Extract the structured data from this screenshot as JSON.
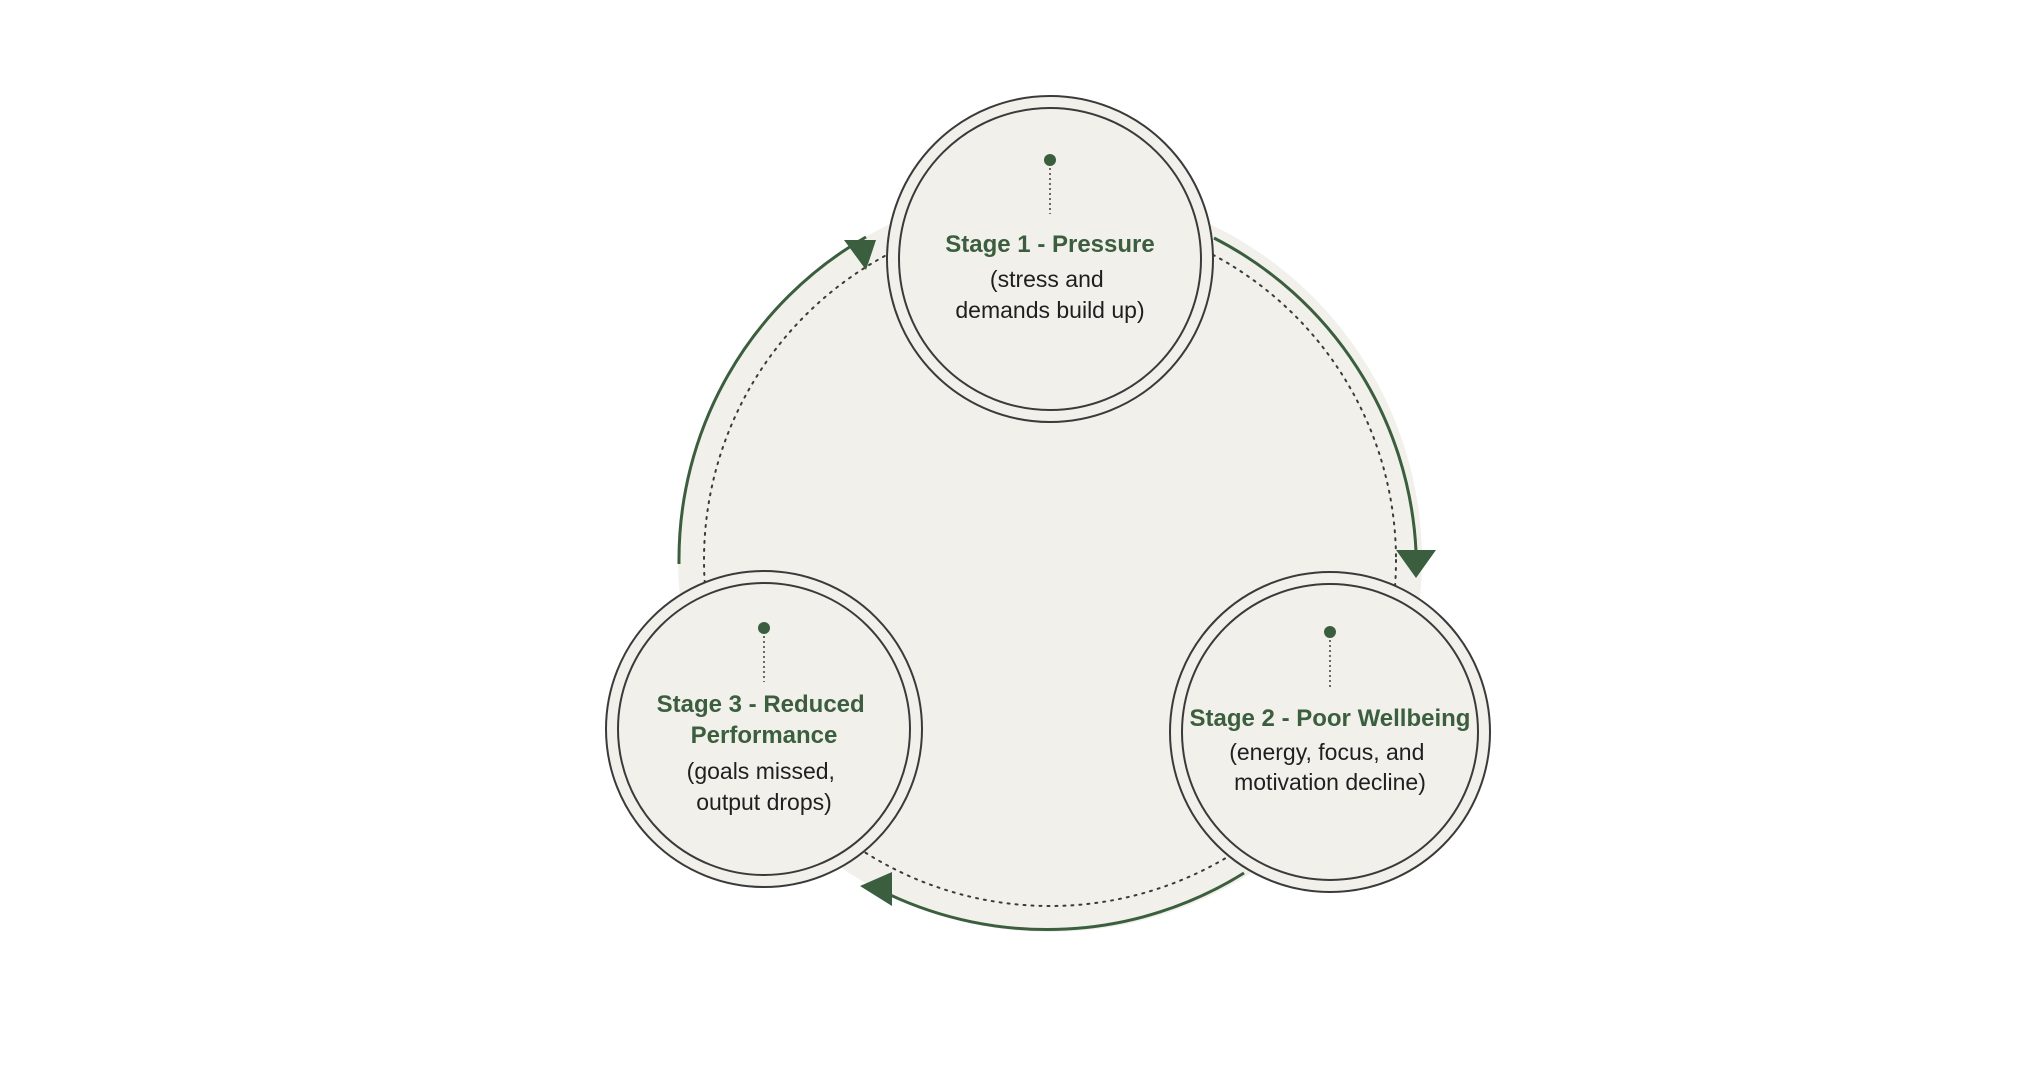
{
  "colors": {
    "accent": "#3b5e3e",
    "node_fill": "#f1f0eb",
    "outline": "#3a3a3a",
    "text": "#1f1f1f",
    "background": "#ffffff"
  },
  "stages": [
    {
      "title_lines": [
        "Stage 1 - Pressure"
      ],
      "desc_lines": [
        "(stress and",
        "demands build up)"
      ]
    },
    {
      "title_lines": [
        "Stage 2 - Poor Wellbeing"
      ],
      "desc_lines": [
        "(energy, focus, and",
        "motivation decline)"
      ]
    },
    {
      "title_lines": [
        "Stage 3 - Reduced",
        "Performance"
      ],
      "desc_lines": [
        "(goals missed,",
        "output drops)"
      ]
    }
  ],
  "flow": [
    "Stage 1 - Pressure",
    "Stage 2 - Poor Wellbeing",
    "Stage 3 - Reduced Performance"
  ]
}
